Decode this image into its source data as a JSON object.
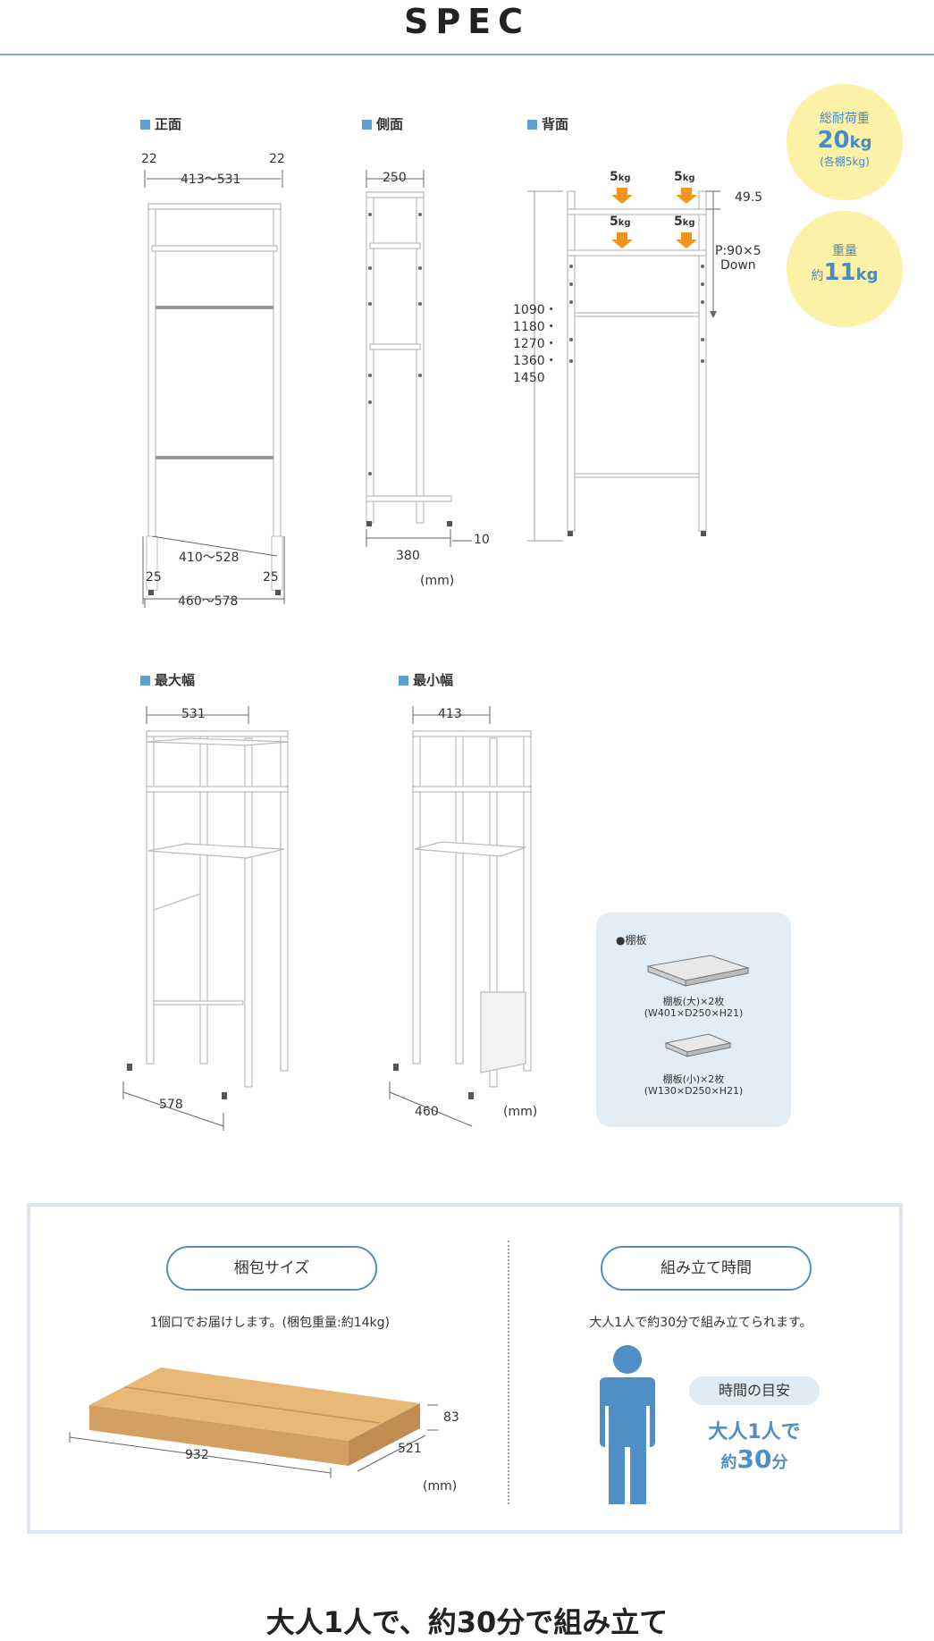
{
  "header": {
    "title": "SPEC"
  },
  "views": {
    "front": "正面",
    "side": "側面",
    "back": "背面",
    "max_width": "最大幅",
    "min_width": "最小幅"
  },
  "front_dims": {
    "top_left": "22",
    "top_right": "22",
    "top_width": "413〜531",
    "inner_bottom": "410〜528",
    "foot_left": "25",
    "foot_right": "25",
    "outer_bottom": "460〜578"
  },
  "side_dims": {
    "top": "250",
    "bottom": "380",
    "foot": "10",
    "unit": "(mm)"
  },
  "back_dims": {
    "load1": "5",
    "load2": "5",
    "load3": "5",
    "load4": "5",
    "load_unit": "kg",
    "top_offset": "49.5",
    "pitch": "P:90×5",
    "pitch_dir": "Down",
    "heights": [
      "1090・",
      "1180・",
      "1270・",
      "1360・",
      "1450"
    ]
  },
  "badges": {
    "load": {
      "label": "総耐荷重",
      "value": "20",
      "unit": "kg",
      "sub": "(各棚5kg)"
    },
    "weight": {
      "label": "重量",
      "prefix": "約",
      "value": "11",
      "unit": "kg"
    }
  },
  "perspective": {
    "max_top": "531",
    "max_depth": "578",
    "min_top": "413",
    "min_depth": "460",
    "unit": "(mm)"
  },
  "shelf_board": {
    "heading": "●棚板",
    "large_name": "棚板(大)×2枚",
    "large_size": "(W401×D250×H21)",
    "small_name": "棚板(小)×2枚",
    "small_size": "(W130×D250×H21)"
  },
  "package": {
    "pill": "梱包サイズ",
    "note": "1個口でお届けします。(梱包重量:約14kg)",
    "length": "932",
    "width": "521",
    "height": "83",
    "unit": "(mm)"
  },
  "assembly": {
    "pill": "組み立て時間",
    "note": "大人1人で約30分で組み立てられます。",
    "badge": "時間の目安",
    "line1": "大人1人で",
    "line2_prefix": "約",
    "line2_value": "30",
    "line2_unit": "分"
  },
  "footer": {
    "slogan": "大人1人で、約30分で組み立て"
  },
  "colors": {
    "accent_blue": "#4f8fc6",
    "arrow_orange": "#f0961e",
    "badge_yellow": "#fbf2a8",
    "cardboard": "#dba86a"
  }
}
